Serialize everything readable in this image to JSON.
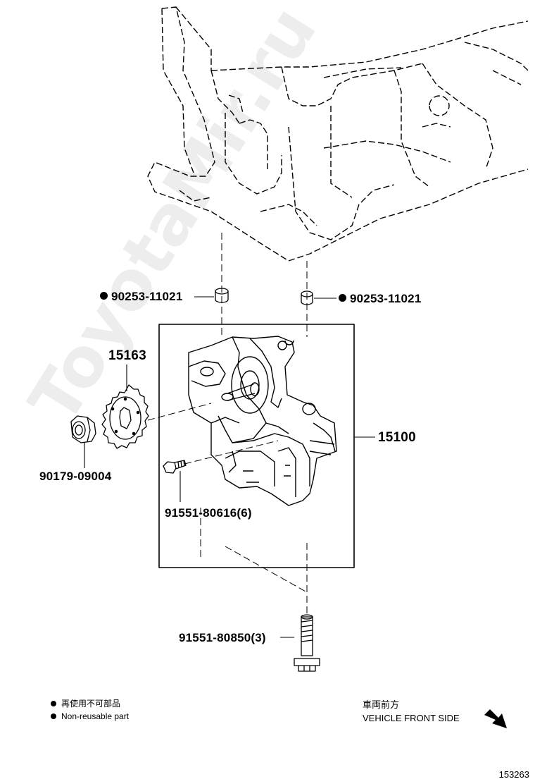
{
  "parts": {
    "dowel_left": "90253-11021",
    "dowel_right": "90253-11021",
    "sprocket": "15163",
    "nut": "90179-09004",
    "pump_assy": "15100",
    "bolt_short": "91551-80616(6)",
    "bolt_long": "91551-80850(3)"
  },
  "legend": {
    "symbol": "●",
    "jp": "再使用不可部品",
    "en": "Non-reusable part"
  },
  "direction": {
    "jp": "車両前方",
    "en": "VEHICLE FRONT SIDE"
  },
  "diagram_number": "153263",
  "watermark": "ToyotaMir.ru"
}
